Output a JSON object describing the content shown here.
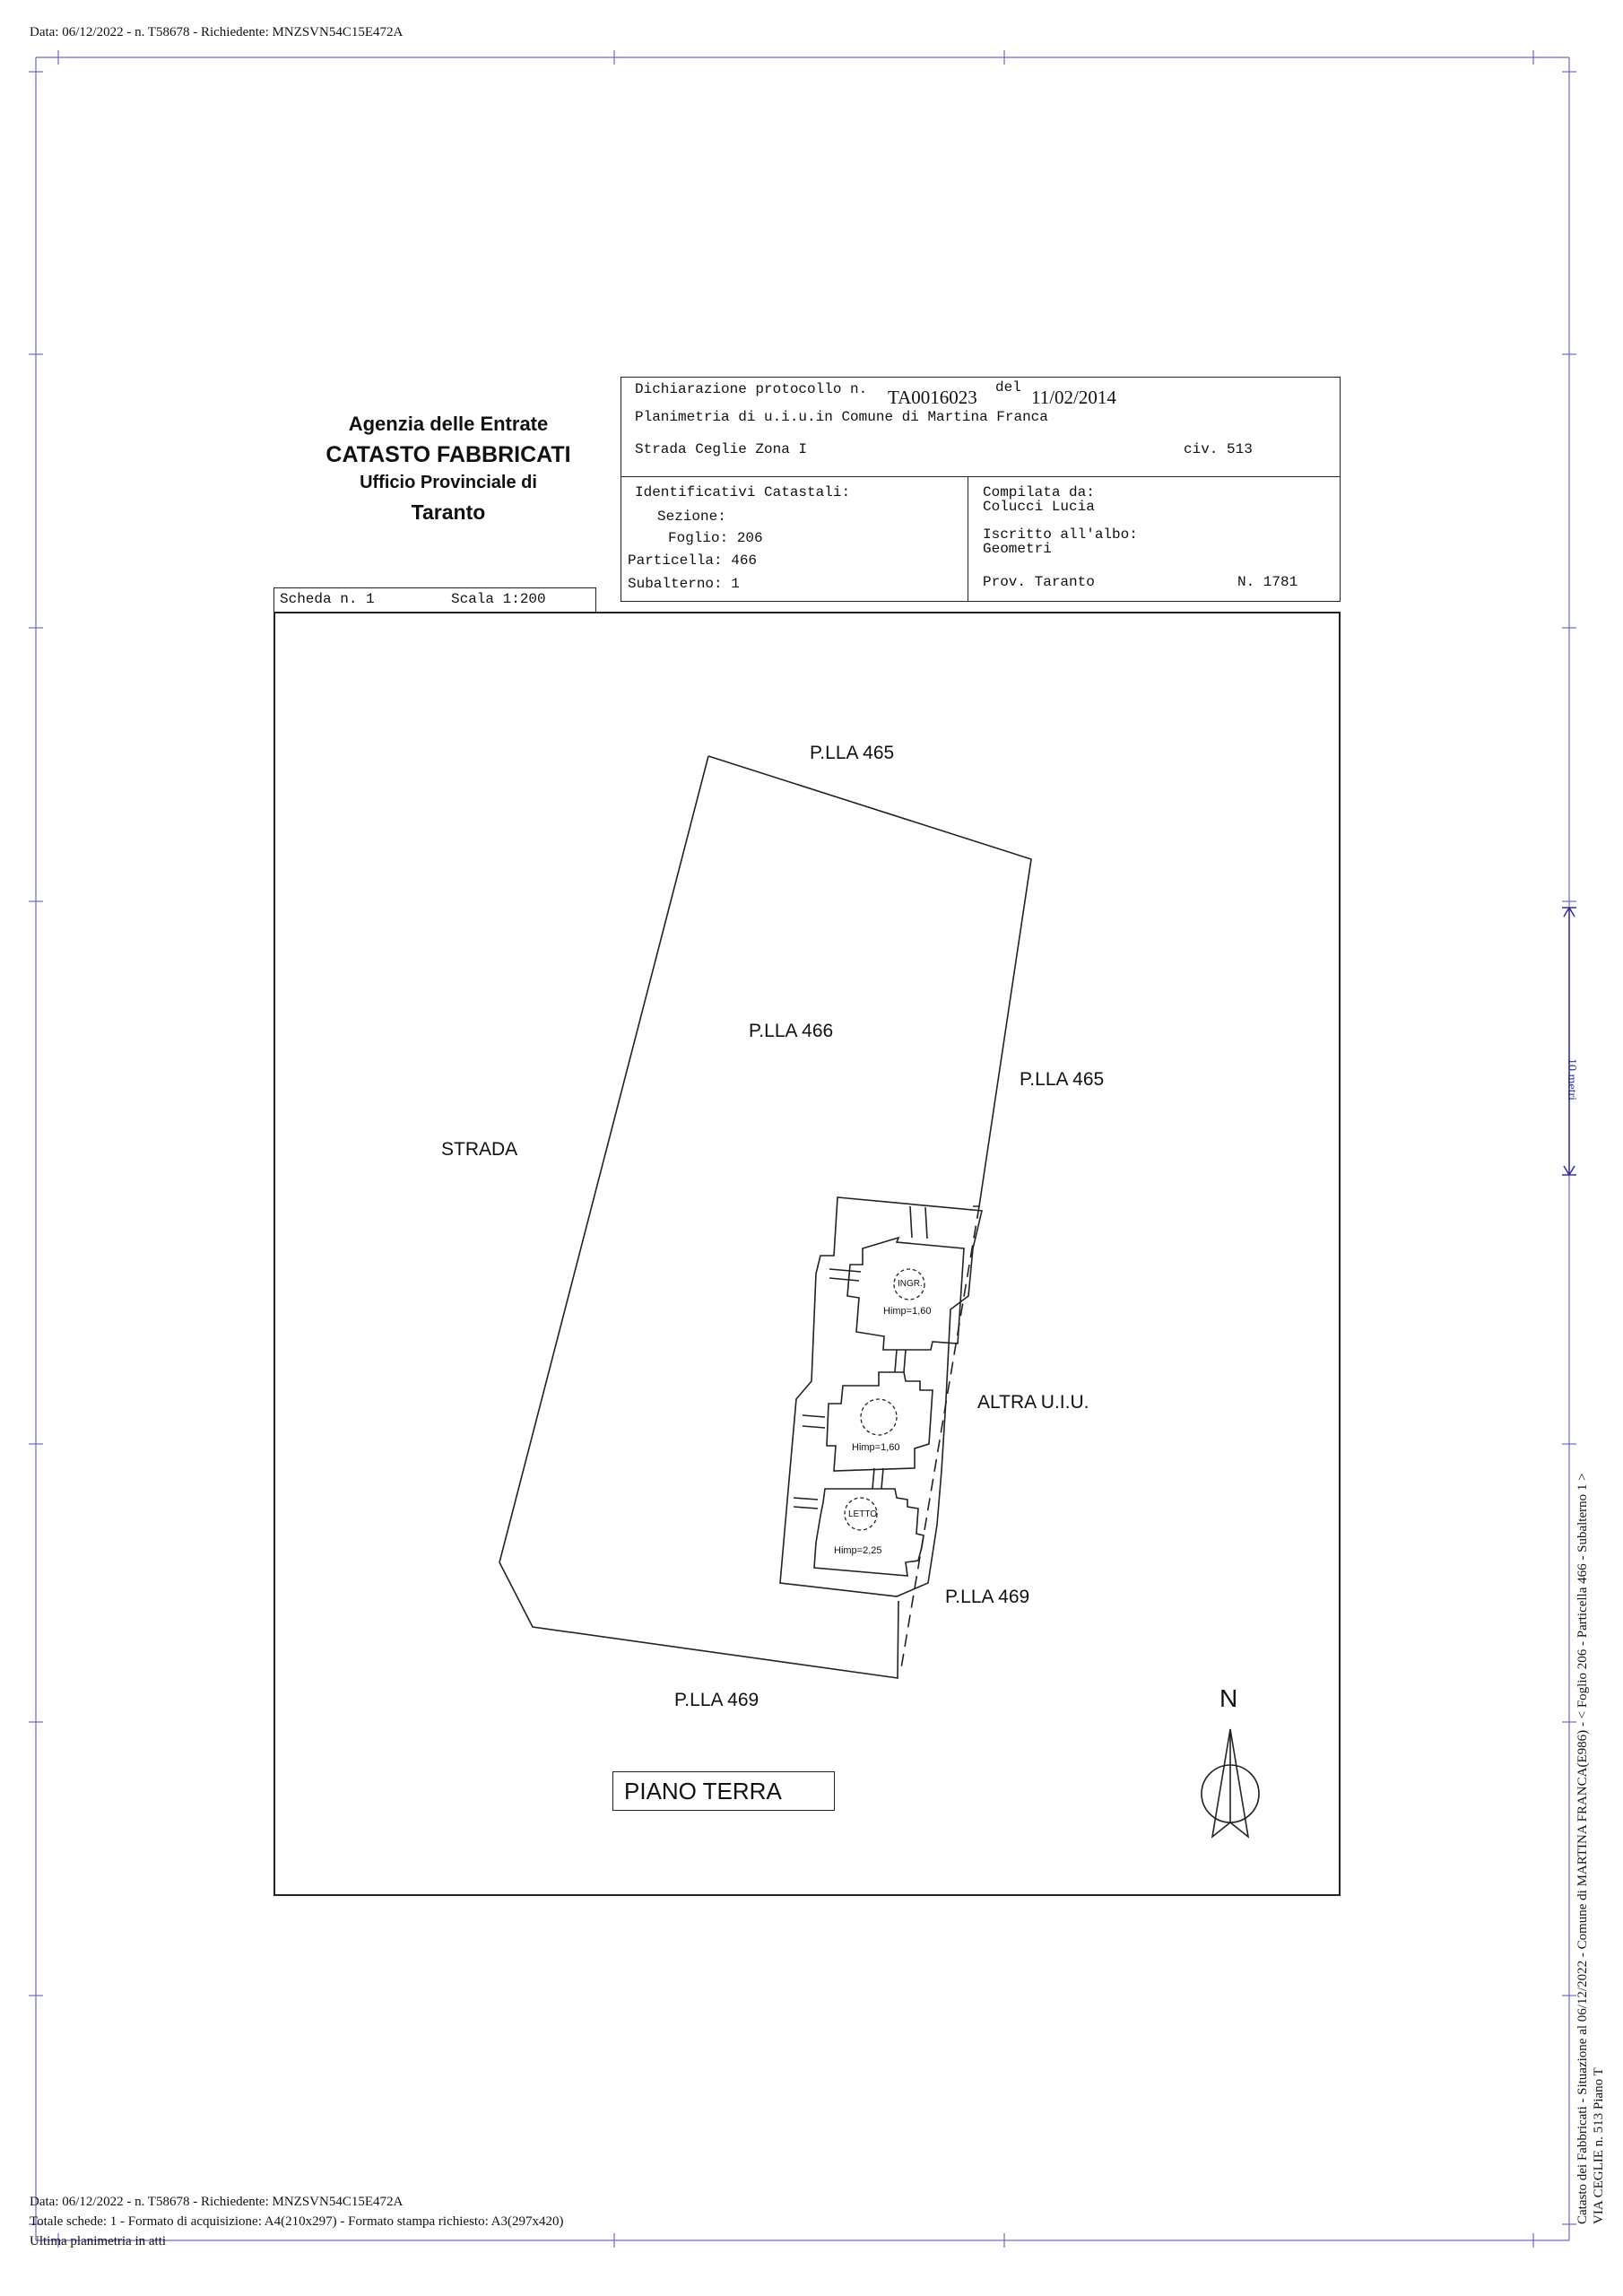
{
  "header": {
    "top_line": "Data: 06/12/2022 - n. T58678 - Richiedente: MNZSVN54C15E472A"
  },
  "agency": {
    "line1": "Agenzia delle Entrate",
    "line2": "CATASTO FABBRICATI",
    "line3": "Ufficio Provinciale di",
    "line4": "Taranto"
  },
  "declaration": {
    "protocol_label": "Dichiarazione protocollo n.",
    "protocol_number": "TA0016023",
    "del_label": "del",
    "date": "11/02/2014",
    "planimetry": "Planimetria di u.i.u.in Comune di Martina Franca",
    "address": "Strada Ceglie Zona I",
    "civ": "civ. 513"
  },
  "identifiers": {
    "title": "Identificativi Catastali:",
    "sezione": "Sezione:",
    "foglio": "Foglio: 206",
    "particella": "Particella: 466",
    "subalterno": "Subalterno: 1"
  },
  "compiler": {
    "compilata_label": "Compilata da:",
    "name": "Colucci Lucia",
    "iscritto_label": "Iscritto all'albo:",
    "albo": "Geometri",
    "prov": "Prov. Taranto",
    "number": "N. 1781"
  },
  "scheda": {
    "scheda": "Scheda n. 1",
    "scala": "Scala 1:200"
  },
  "plan": {
    "plla465_top": "P.LLA 465",
    "plla466": "P.LLA 466",
    "plla465_right": "P.LLA 465",
    "strada": "STRADA",
    "altra_uiu": "ALTRA U.I.U.",
    "plla469_right": "P.LLA 469",
    "plla469_bottom": "P.LLA 469",
    "piano_terra": "PIANO TERRA",
    "north": "N",
    "room1_name": "INGR.",
    "room1_h": "Himp=1,60",
    "room2_h": "Himp=1,60",
    "room3_name": "LETTO",
    "room3_h": "Himp=2,25"
  },
  "side": {
    "scale_label": "10 metri",
    "line1": "Catasto dei Fabbricati - Situazione al 06/12/2022 - Comune di MARTINA FRANCA(E986) - < Foglio 206 - Particella 466 - Subalterno 1 >",
    "line2": "VIA CEGLIE n. 513 Piano T"
  },
  "footer": {
    "line1": "Data: 06/12/2022 - n. T58678 - Richiedente: MNZSVN54C15E472A",
    "line2": "Totale schede: 1 - Formato di acquisizione: A4(210x297) - Formato stampa richiesto: A3(297x420)",
    "line3": "Ultima planimetria in atti"
  }
}
